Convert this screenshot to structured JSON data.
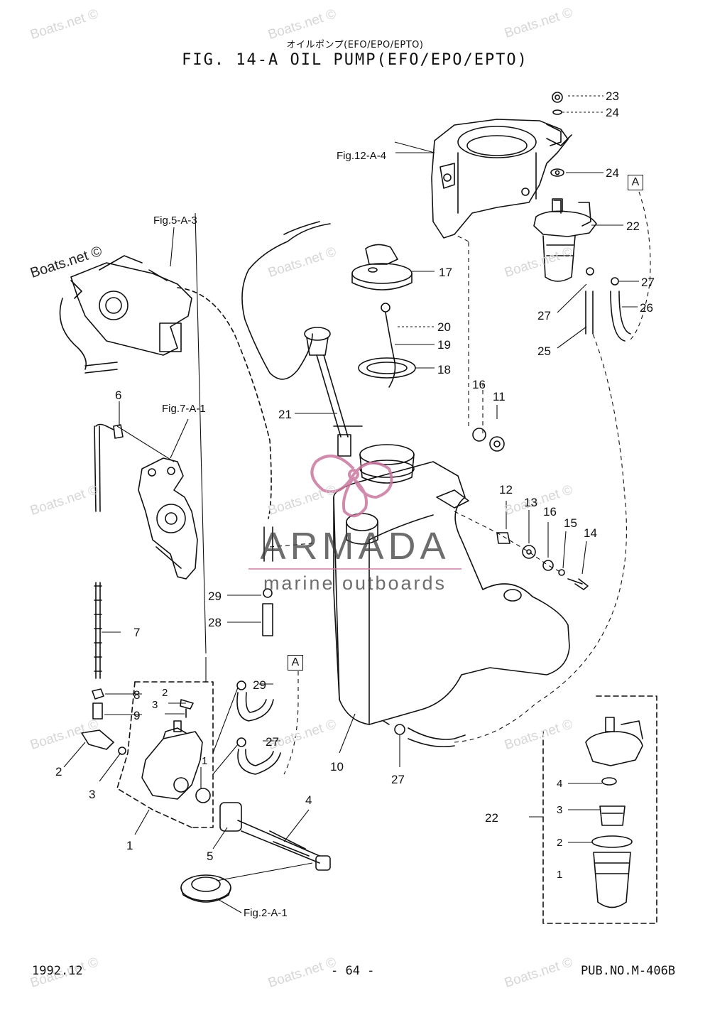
{
  "header": {
    "subtitle_jp": "オイルポンプ(EFO/EPO/EPTO)",
    "title": "FIG. 14-A OIL PUMP(EFO/EPO/EPTO)"
  },
  "watermarks": {
    "text": "Boats.net ©",
    "prominent": "Boats.net ©"
  },
  "brand": {
    "name": "ARMADA",
    "tagline": "marine outboards",
    "logo_color": "#c9779f"
  },
  "references": {
    "fig12": "Fig.12-A-4",
    "fig5": "Fig.5-A-3",
    "fig7": "Fig.7-A-1",
    "fig2": "Fig.2-A-1"
  },
  "connector_marker": "A",
  "part_labels": {
    "p23": "23",
    "p24a": "24",
    "p24b": "24",
    "p22a": "22",
    "p27a": "27",
    "p27b": "27",
    "p26": "26",
    "p25": "25",
    "p17": "17",
    "p20": "20",
    "p19": "19",
    "p18": "18",
    "p16a": "16",
    "p11": "11",
    "p21": "21",
    "p6": "6",
    "p12": "12",
    "p13": "13",
    "p16b": "16",
    "p15": "15",
    "p14": "14",
    "p29a": "29",
    "p28": "28",
    "p7": "7",
    "p29b": "29",
    "p8": "8",
    "p9": "9",
    "p27c": "27",
    "p2a": "2",
    "p3a": "3",
    "p2b": "2",
    "p3b": "3",
    "p1a": "1",
    "p1b": "1",
    "p10": "10",
    "p27d": "27",
    "p4": "4",
    "p5": "5",
    "p22b": "22",
    "d4": "4",
    "d3": "3",
    "d2": "2",
    "d1": "1"
  },
  "footer": {
    "date": "1992.12",
    "page": "- 64 -",
    "pub": "PUB.NO.M-406B"
  }
}
